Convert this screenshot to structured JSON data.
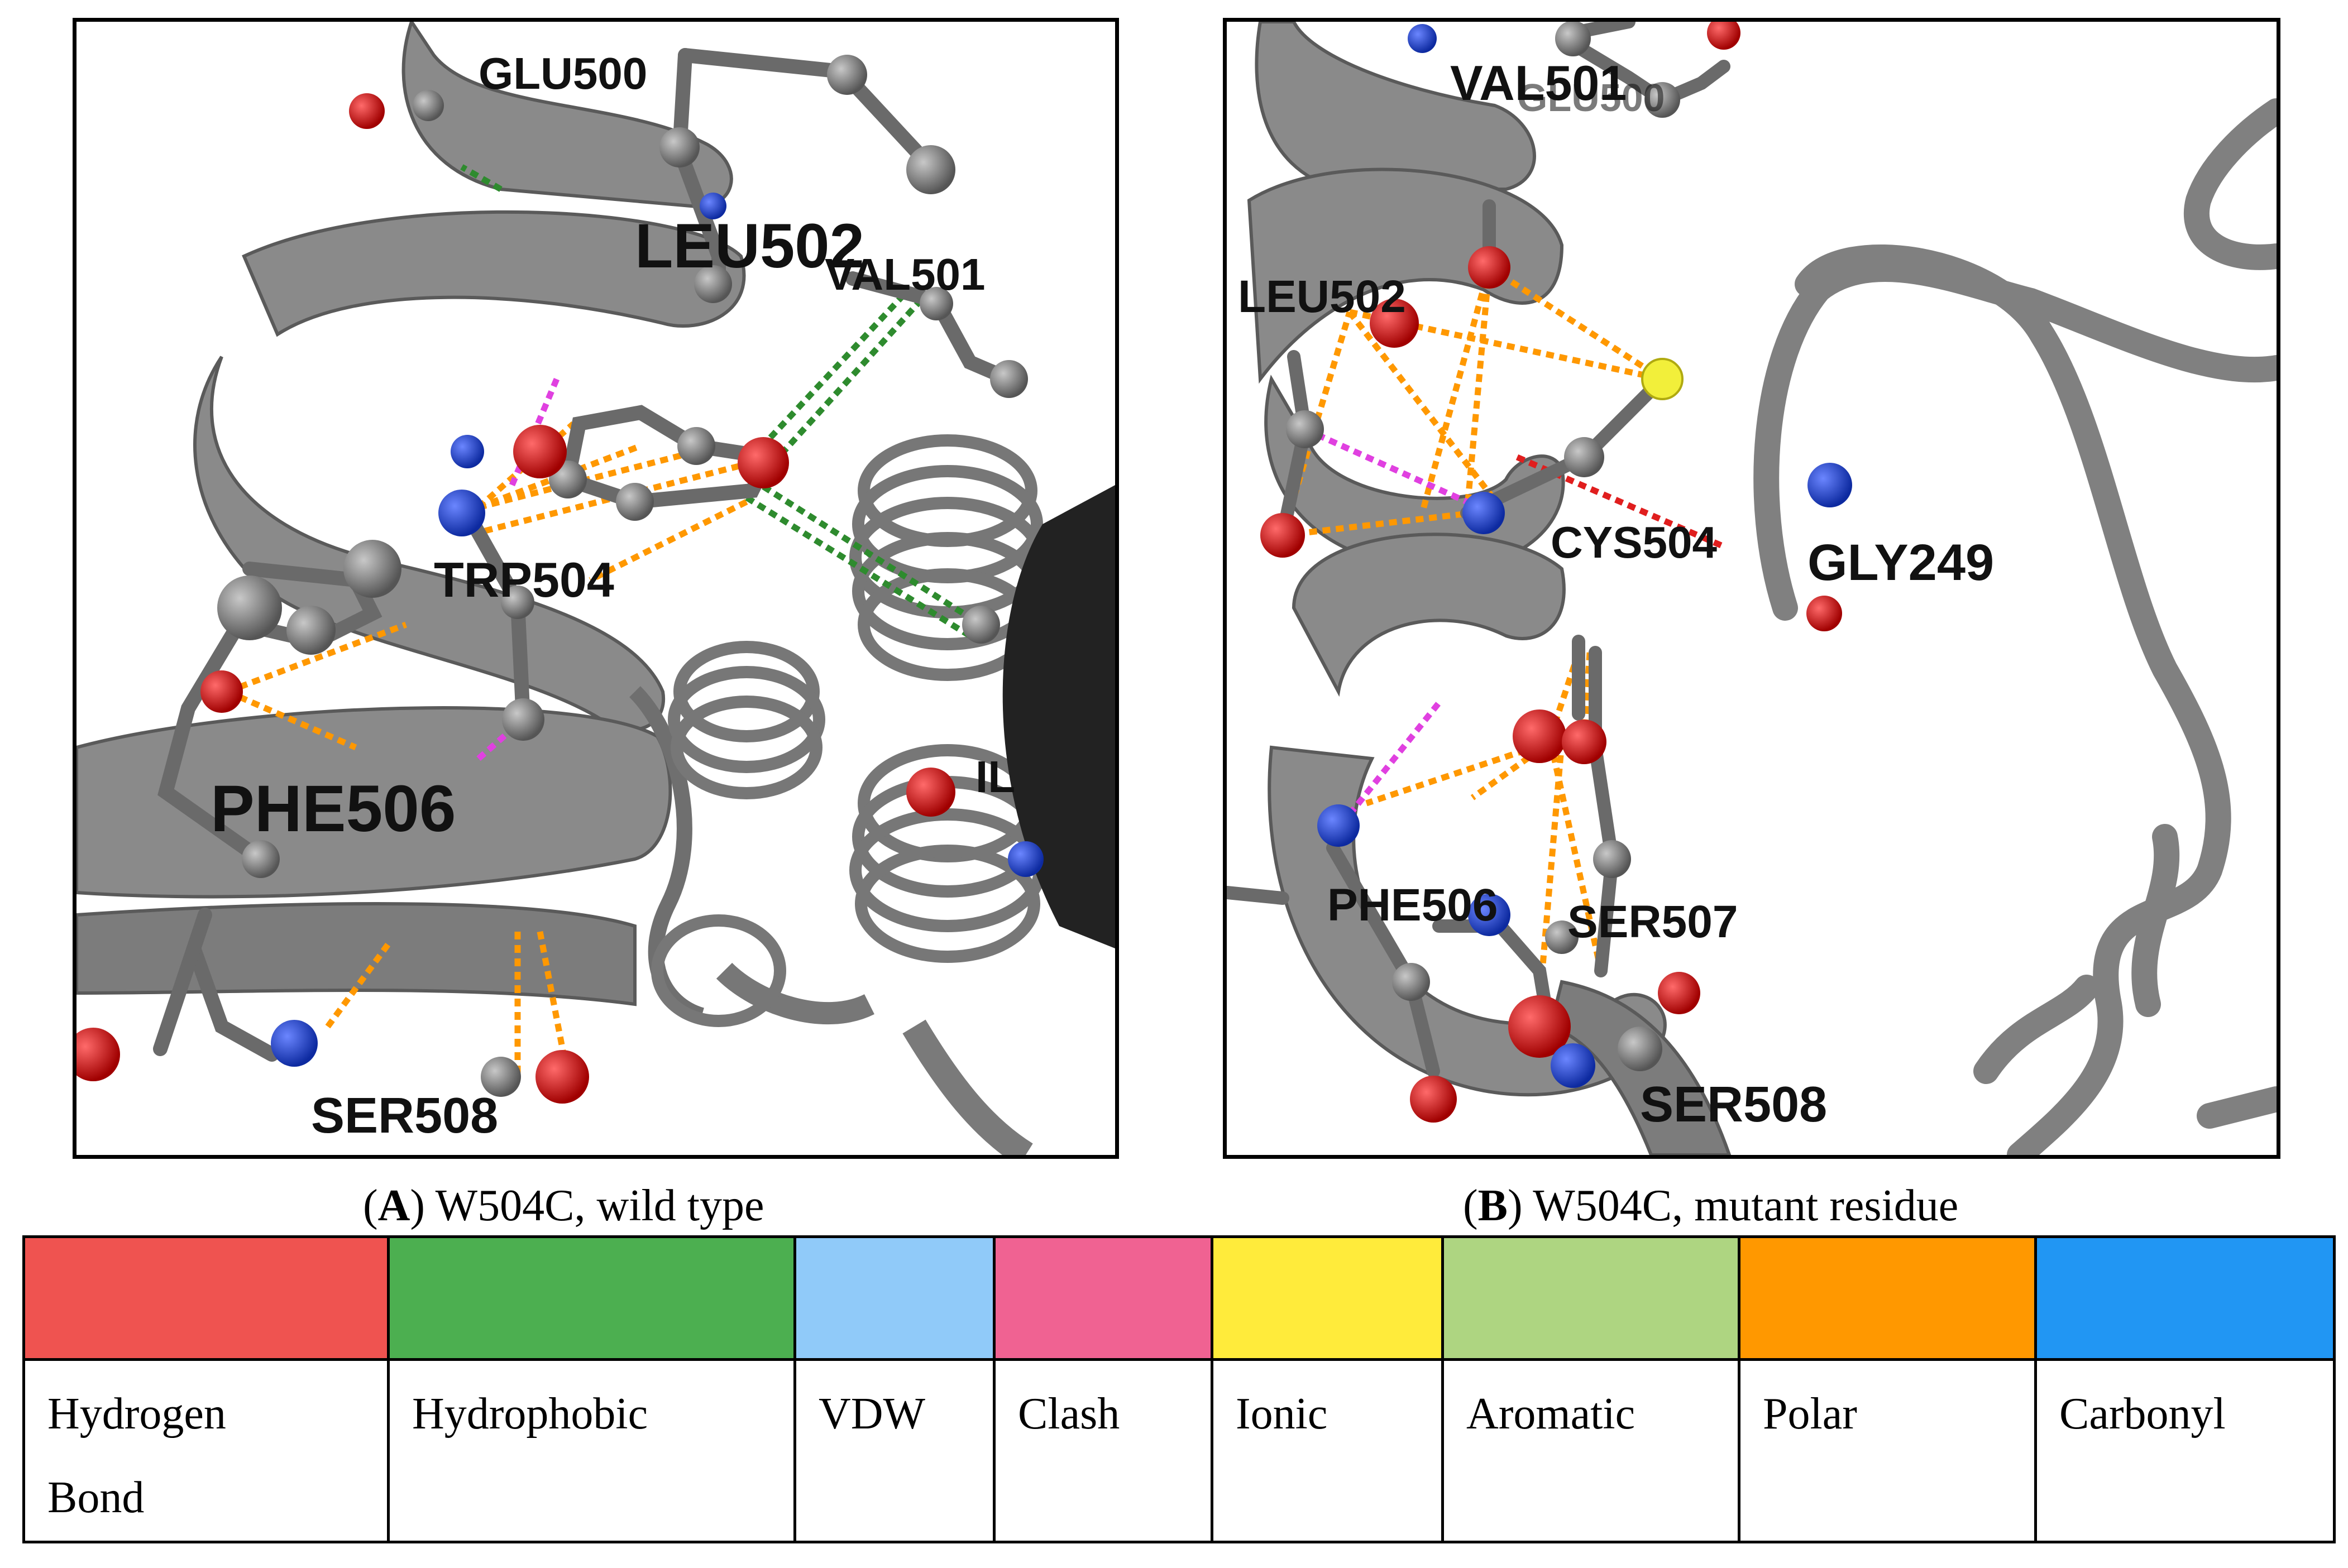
{
  "panels": [
    {
      "id": "A",
      "caption_letter": "A",
      "caption_text": "W504C, wild type",
      "residue_labels": [
        "GLU500",
        "LEU502",
        "VAL501",
        "TRP504",
        "PHE506",
        "SER508",
        "IL"
      ]
    },
    {
      "id": "B",
      "caption_letter": "B",
      "caption_text": "W504C, mutant residue",
      "residue_labels": [
        "VAL501",
        "GLU500",
        "LEU502",
        "CYS504",
        "GLY249",
        "PHE506",
        "SER507",
        "SER508"
      ]
    }
  ],
  "legend": [
    {
      "label_line1": "Hydrogen",
      "label_line2": "Bond",
      "color": "#EF5350"
    },
    {
      "label_line1": "Hydrophobic",
      "label_line2": "",
      "color": "#4CAF50"
    },
    {
      "label_line1": "VDW",
      "label_line2": "",
      "color": "#90CAF9"
    },
    {
      "label_line1": "Clash",
      "label_line2": "",
      "color": "#F06292"
    },
    {
      "label_line1": "Ionic",
      "label_line2": "",
      "color": "#FFEB3B"
    },
    {
      "label_line1": "Aromatic",
      "label_line2": "",
      "color": "#AED581"
    },
    {
      "label_line1": "Polar",
      "label_line2": "",
      "color": "#FF9800"
    },
    {
      "label_line1": "Carbonyl",
      "label_line2": "",
      "color": "#2196F3"
    }
  ],
  "colors": {
    "ribbon": "#808080",
    "carbon": "#7a7a7a",
    "oxygen": "#e00000",
    "nitrogen": "#1f3fd0",
    "sulfur": "#f2ef3a"
  }
}
